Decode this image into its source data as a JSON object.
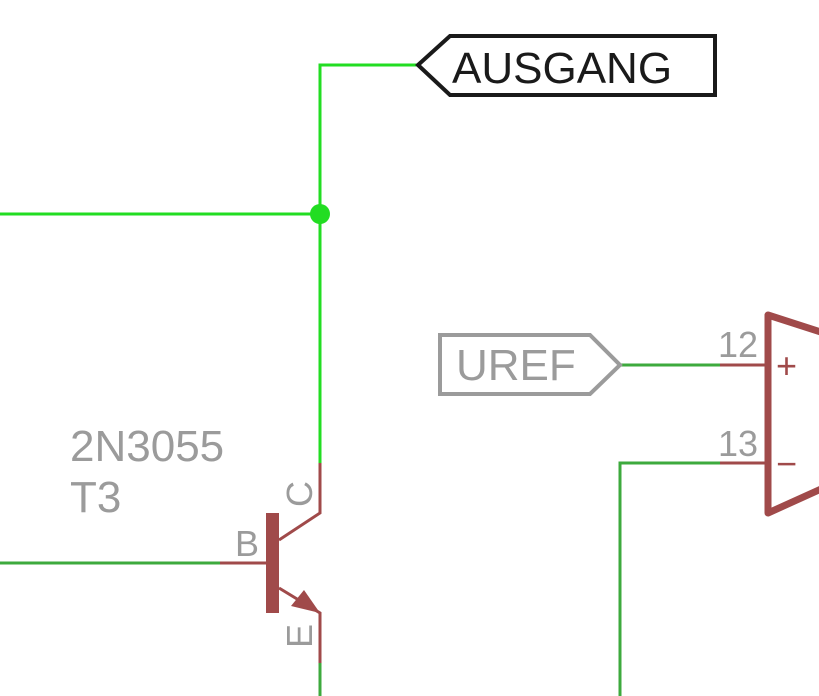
{
  "schematic": {
    "colors": {
      "net": "#22cc22",
      "net_dark": "#3daa3d",
      "part": "#a04a4a",
      "label_gray": "#9b9b9b",
      "label_black": "#1a1a1a",
      "background": "#ffffff"
    },
    "labels": {
      "output_port": "AUSGANG",
      "ref_port": "UREF"
    },
    "transistor": {
      "value": "2N3055",
      "name": "T3",
      "pin_b": "B",
      "pin_c": "C",
      "pin_e": "E"
    },
    "opamp": {
      "pin_plus_number": "12",
      "pin_minus_number": "13",
      "plus_sign": "+",
      "minus_sign": "−"
    }
  }
}
